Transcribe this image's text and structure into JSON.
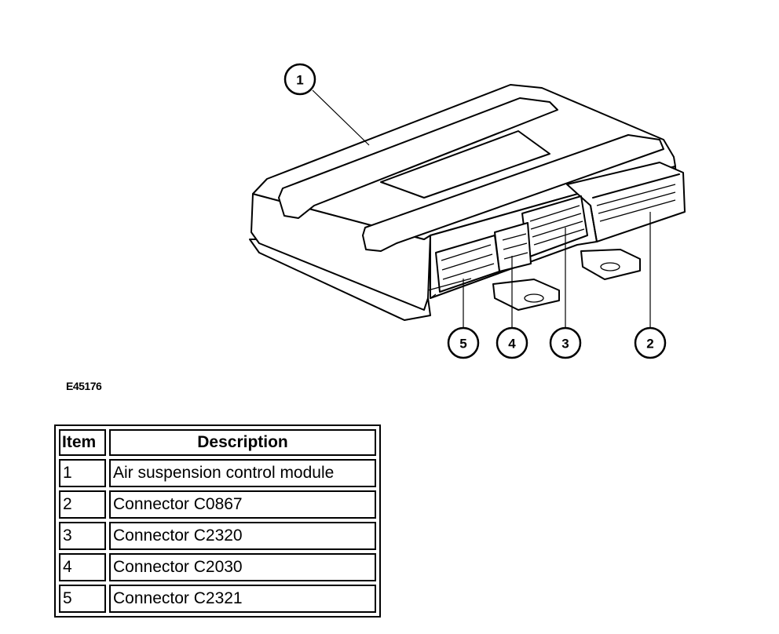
{
  "figure_id": "E45176",
  "callouts": [
    {
      "number": "1"
    },
    {
      "number": "5"
    },
    {
      "number": "4"
    },
    {
      "number": "3"
    },
    {
      "number": "2"
    }
  ],
  "table": {
    "headers": [
      "Item",
      "Description"
    ],
    "rows": [
      {
        "item": "1",
        "description": "Air suspension control module"
      },
      {
        "item": "2",
        "description": "Connector C0867"
      },
      {
        "item": "3",
        "description": "Connector C2320"
      },
      {
        "item": "4",
        "description": "Connector C2030"
      },
      {
        "item": "5",
        "description": "Connector C2321"
      }
    ]
  }
}
